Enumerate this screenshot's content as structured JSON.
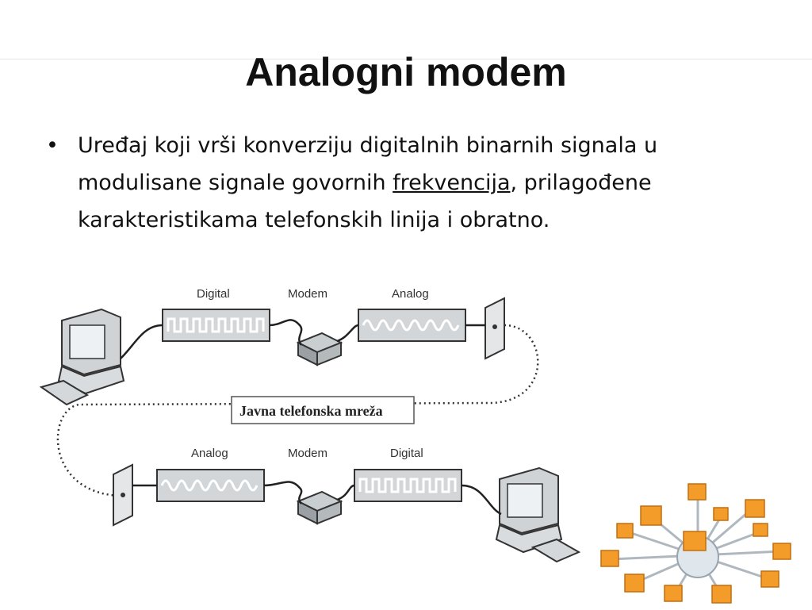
{
  "slide": {
    "title": "Analogni modem",
    "bullet": {
      "text_before": "Uređaj koji vrši konverziju digitalnih binarnih signala u modulisane signale govornih ",
      "link_text": "frekvencija",
      "text_after": ", prilagođene karakteristikama telefonskih linija i obratno."
    }
  },
  "diagram": {
    "top_row": {
      "label_1": "Digital",
      "label_2": "Modem",
      "label_3": "Analog"
    },
    "network_label": "Javna telefonska mreža",
    "bottom_row": {
      "label_1": "Analog",
      "label_2": "Modem",
      "label_3": "Digital"
    }
  },
  "colors": {
    "network_node": "#f39c2a",
    "network_hub": "#dfe6ec"
  }
}
